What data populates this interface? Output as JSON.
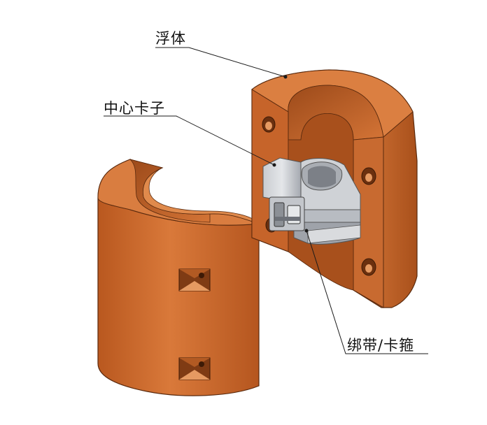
{
  "labels": {
    "float_body": "浮体",
    "center_clamp": "中心卡子",
    "strap_clamp": "绑带/卡箍"
  },
  "colors": {
    "body_light": "#d8793a",
    "body_mid": "#c0622a",
    "body_dark": "#8f4419",
    "clamp_light": "#d6d8dc",
    "clamp_dark": "#9a9ea5",
    "leader": "#1a1a1a"
  },
  "icons": [
    "float-half-left",
    "float-half-right",
    "center-clamp",
    "strap-buckle"
  ]
}
